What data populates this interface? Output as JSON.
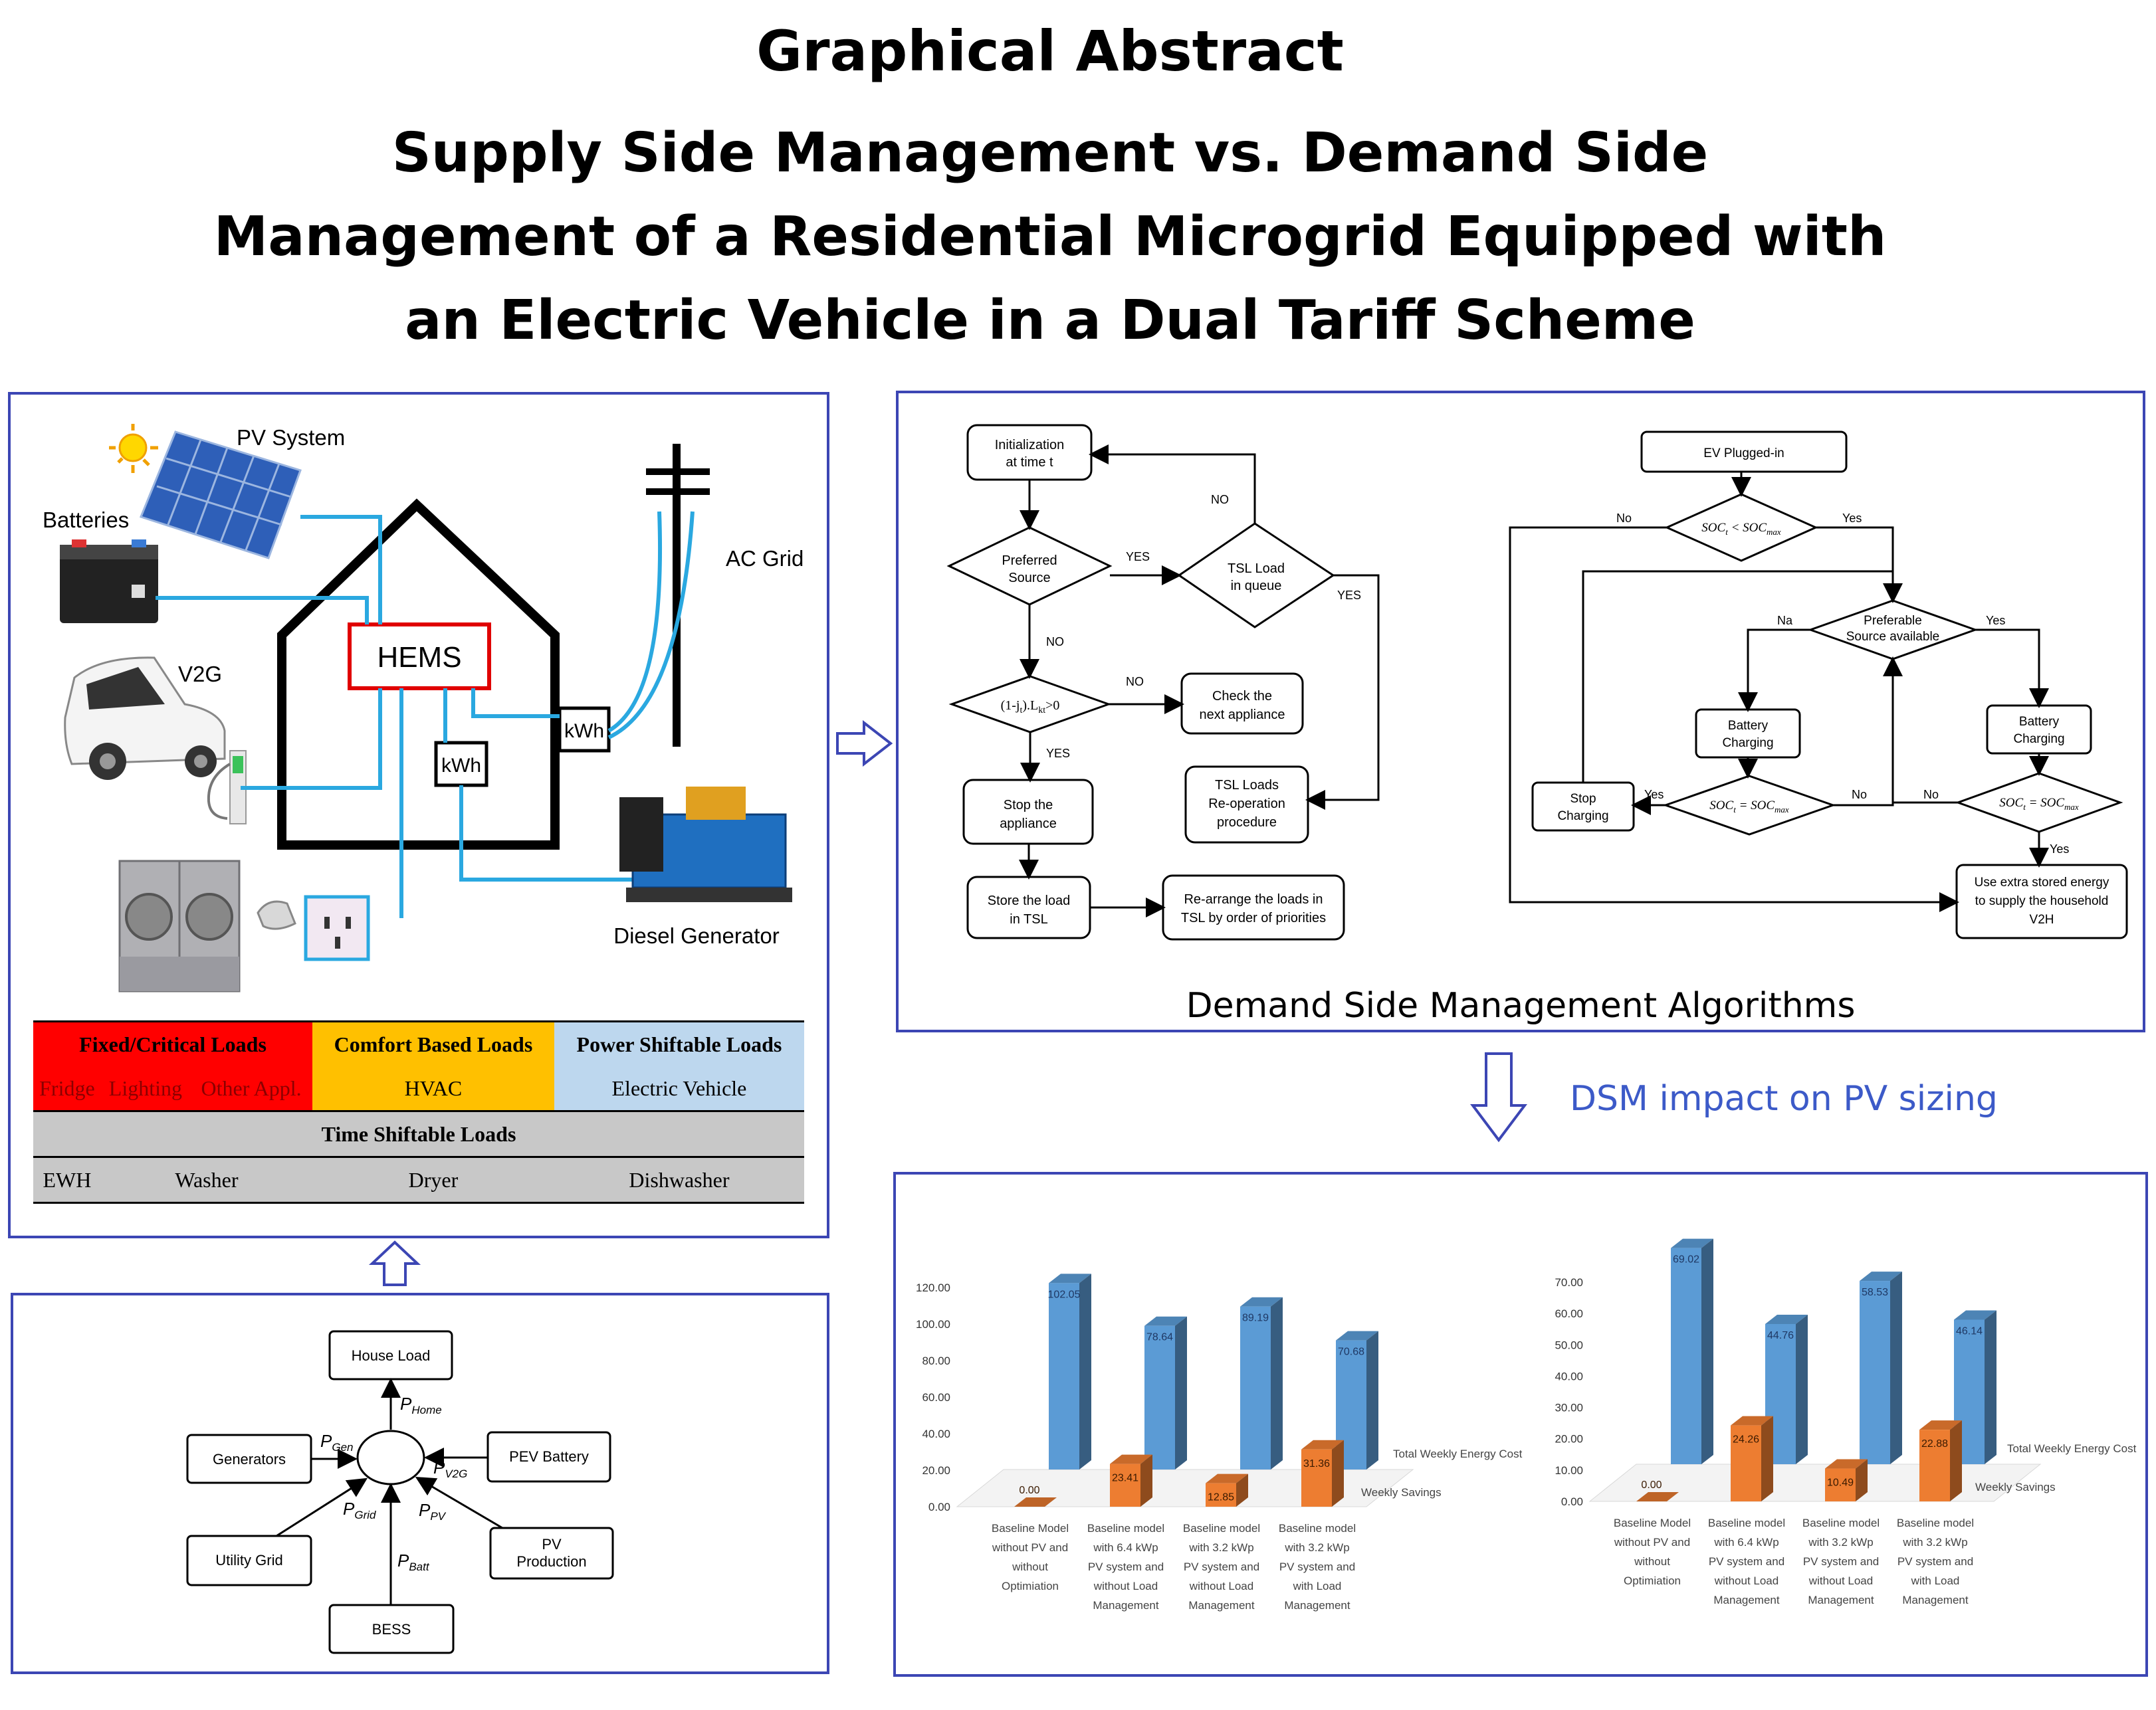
{
  "header": {
    "title": "Graphical Abstract",
    "subtitle_lines": [
      "Supply Side Management vs. Demand Side",
      "Management of a Residential Microgrid Equipped with",
      "an Electric Vehicle in a Dual Tariff Scheme"
    ]
  },
  "system": {
    "pv": "PV System",
    "batteries": "Batteries",
    "ac_grid": "AC Grid",
    "v2g": "V2G",
    "hems": "HEMS",
    "kwh": "kWh",
    "diesel": "Diesel Generator"
  },
  "loads_table": {
    "fixed_header": "Fixed/Critical Loads",
    "comfort_header": "Comfort Based Loads",
    "power_header": "Power Shiftable Loads",
    "fixed_items": [
      "Fridge",
      "Lighting",
      "Other Appl."
    ],
    "comfort_item": "HVAC",
    "power_item": "Electric Vehicle",
    "time_header": "Time Shiftable Loads",
    "time_items": [
      "EWH",
      "Washer",
      "Dryer",
      "Dishwasher"
    ],
    "colors": {
      "fixed": "#ff0000",
      "comfort": "#ffc000",
      "power": "#bdd7ee",
      "time": "#c8c8c8"
    }
  },
  "power_flow": {
    "house": "House Load",
    "gens": "Generators",
    "pev": "PEV Battery",
    "grid": "Utility Grid",
    "pv": "PV",
    "pv2": "Production",
    "bess": "BESS",
    "labels": {
      "home": "Home",
      "gen": "Gen",
      "v2g": "V2G",
      "grid": "Grid",
      "pv": "PV",
      "batt": "Batt",
      "p": "P"
    }
  },
  "flow1": {
    "init1": "Initialization",
    "init2": "at time t",
    "pref1": "Preferred",
    "pref2": "Source",
    "tsl1": "TSL Load",
    "tsl2": "in queue",
    "cond": "(1-j",
    "check1": "Check the",
    "check2": "next appliance",
    "stop1": "Stop the",
    "stop2": "appliance",
    "reop1": "TSL Loads",
    "reop2": "Re-operation",
    "reop3": "procedure",
    "store1": "Store the load",
    "store2": "in TSL",
    "rearr1": "Re-arrange the loads in",
    "rearr2": "TSL by order of priorities",
    "yes": "YES",
    "no": "NO"
  },
  "flow2": {
    "ev": "EV Plugged-in",
    "soc": "SOC",
    "pref1": "Preferable",
    "pref2": "Source available",
    "charge1": "Battery",
    "charge2": "Charging",
    "stop1": "Stop",
    "stop2": "Charging",
    "use1": "Use extra stored energy",
    "use2": "to supply the household",
    "use3": "V2H",
    "yes": "Yes",
    "no": "No",
    "no_alt": "Na"
  },
  "captions": {
    "dsm_algorithms": "Demand Side Management Algorithms",
    "dsm_impact": "DSM impact on PV sizing"
  },
  "chart_data": [
    {
      "type": "bar",
      "categories": [
        "Baseline Model without PV and without Optimiation",
        "Baseline model with 6.4 kWp PV system and without Load Management",
        "Baseline model with 3.2 kWp PV system and without Load Management",
        "Baseline model with 3.2 kWp PV system and with Load Management"
      ],
      "series": [
        {
          "name": "Total Weekly Energy Cost",
          "values": [
            102.05,
            78.64,
            89.19,
            70.68
          ],
          "color": "#5b9bd5"
        },
        {
          "name": "Weekly Savings",
          "values": [
            0.0,
            23.41,
            12.85,
            31.36
          ],
          "color": "#ed7d31"
        }
      ],
      "ylim": [
        0,
        120
      ],
      "ticks": [
        "0.00",
        "20.00",
        "40.00",
        "60.00",
        "80.00",
        "100.00",
        "120.00"
      ]
    },
    {
      "type": "bar",
      "categories": [
        "Baseline Model without PV and without Optimiation",
        "Baseline model with 6.4 kWp PV system and without Load Management",
        "Baseline model with 3.2 kWp PV system and without Load Management",
        "Baseline model with 3.2 kWp PV system and with Load Management"
      ],
      "series": [
        {
          "name": "Total Weekly Energy Cost",
          "values": [
            69.02,
            44.76,
            58.53,
            46.14
          ],
          "color": "#5b9bd5"
        },
        {
          "name": "Weekly Savings",
          "values": [
            0.0,
            24.26,
            10.49,
            22.88
          ],
          "color": "#ed7d31"
        }
      ],
      "ylim": [
        0,
        70
      ],
      "ticks": [
        "0.00",
        "10.00",
        "20.00",
        "30.00",
        "40.00",
        "50.00",
        "60.00",
        "70.00"
      ]
    }
  ]
}
